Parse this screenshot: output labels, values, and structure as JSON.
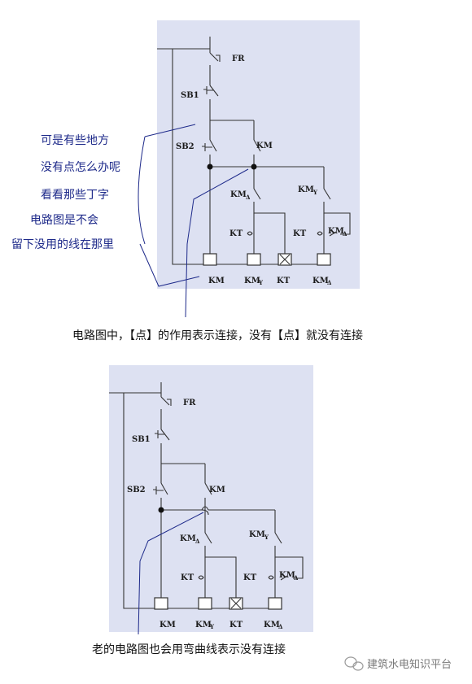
{
  "top_diagram": {
    "labels": {
      "fr": "FR",
      "sb1": "SB1",
      "sb2": "SB2",
      "km": "KM",
      "km_delta": "KM",
      "km_y": "KM",
      "kt_left": "KT",
      "kt_right": "KT",
      "km_delta2": "KM"
    },
    "coil_labels": {
      "km": "KM",
      "kmy": "KM",
      "kt": "KT",
      "kmd": "KM"
    },
    "subscripts": {
      "delta": "Δ",
      "y": "Y"
    }
  },
  "annotation": {
    "lines": [
      "可是有些地方",
      "没有点怎么办呢",
      "看看那些丁字",
      "电路图是不会",
      "留下没用的线在那里"
    ]
  },
  "caption_top": "电路图中，【点】的作用表示连接，没有【点】就没有连接",
  "caption_bottom": "老的电路图也会用弯曲线表示没有连接",
  "watermark": "建筑水电知识平台"
}
